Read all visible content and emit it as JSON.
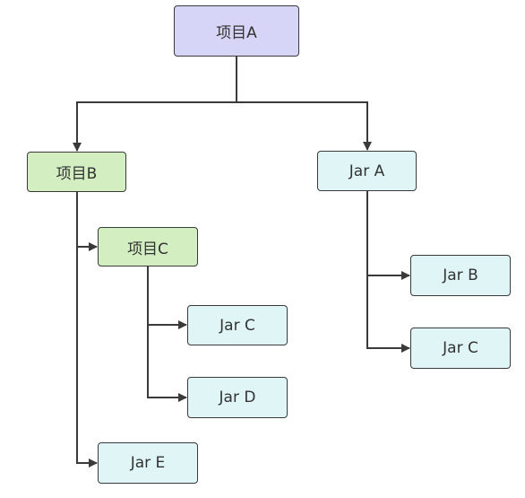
{
  "diagram": {
    "nodes": {
      "project_a": "项目A",
      "project_b": "项目B",
      "project_c": "项目C",
      "jar_a": "Jar A",
      "jar_b": "Jar B",
      "jar_c_under_a": "Jar C",
      "jar_c_under_project_c": "Jar C",
      "jar_d": "Jar D",
      "jar_e": "Jar E"
    },
    "edges": [
      {
        "from": "project_a",
        "to": "project_b"
      },
      {
        "from": "project_a",
        "to": "jar_a"
      },
      {
        "from": "project_b",
        "to": "project_c"
      },
      {
        "from": "project_b",
        "to": "jar_e"
      },
      {
        "from": "project_c",
        "to": "jar_c_under_project_c"
      },
      {
        "from": "project_c",
        "to": "jar_d"
      },
      {
        "from": "jar_a",
        "to": "jar_b"
      },
      {
        "from": "jar_a",
        "to": "jar_c_under_a"
      }
    ],
    "colors": {
      "root_project_fill": "#d6d5f7",
      "project_fill": "#d3efc1",
      "jar_fill": "#dff5f6",
      "stroke": "#3a3a3a"
    }
  }
}
